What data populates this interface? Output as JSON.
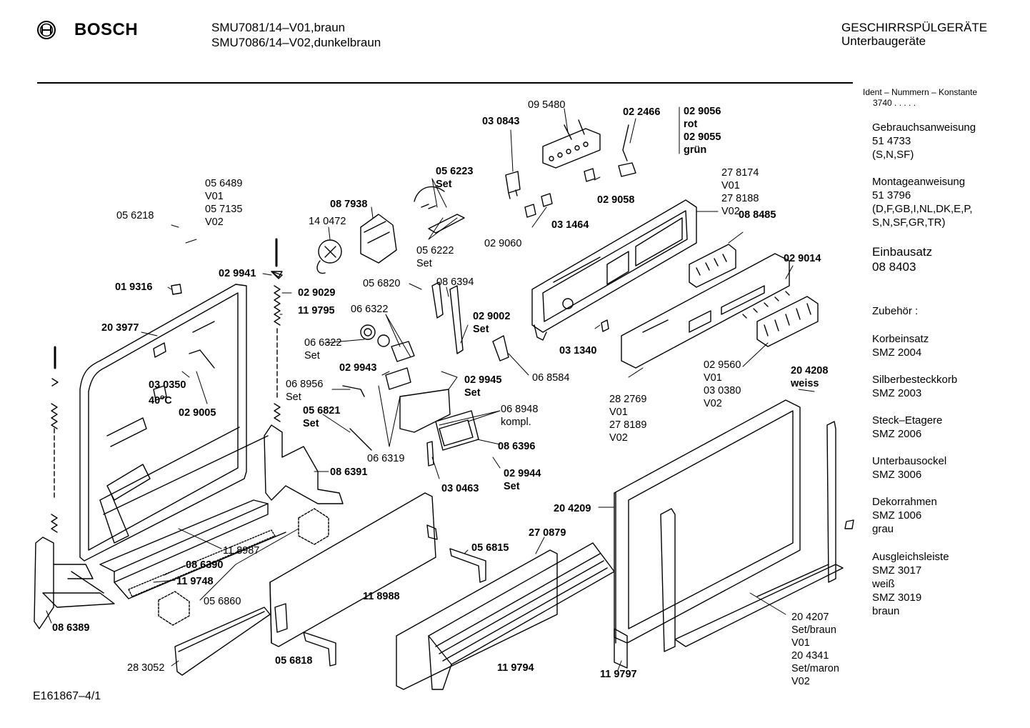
{
  "header": {
    "brand": "BOSCH",
    "models": [
      "SMU7081/14–V01,braun",
      "SMU7086/14–V02,dunkelbraun"
    ],
    "category": "GESCHIRRSPÜLGERÄTE",
    "subcategory": "Unterbaugeräte"
  },
  "sidebar": {
    "ident_title": "Ident – Nummern – Konstante",
    "ident_value": "3740  .  .  .  .  .",
    "sections": [
      {
        "lines": [
          "Gebrauchsanweisung",
          "51 4733",
          "(S,N,SF)"
        ]
      },
      {
        "lines": [
          "Montageanweisung",
          "51 3796",
          "(D,F,GB,I,NL,DK,E,P,",
          "S,N,SF,GR,TR)"
        ]
      },
      {
        "lines": [
          "Einbausatz",
          "08 8403"
        ],
        "large": true
      },
      {
        "lines": [
          "Zubehör :"
        ]
      },
      {
        "lines": [
          "Korbeinsatz",
          "SMZ 2004"
        ]
      },
      {
        "lines": [
          "Silberbesteckkorb",
          "SMZ 2003"
        ]
      },
      {
        "lines": [
          "Steck–Etagere",
          "SMZ 2006"
        ]
      },
      {
        "lines": [
          "Unterbausockel",
          "SMZ 3006"
        ]
      },
      {
        "lines": [
          "Dekorrahmen",
          "SMZ 1006",
          "grau"
        ]
      },
      {
        "lines": [
          "Ausgleichsleiste",
          "SMZ 3017",
          "weiß",
          "SMZ 3019",
          "braun"
        ]
      }
    ]
  },
  "parts": [
    {
      "id": "p01",
      "lines": [
        "09 5480"
      ],
      "bold": false
    },
    {
      "id": "p02",
      "lines": [
        "03 0843"
      ],
      "bold": true
    },
    {
      "id": "p03",
      "lines": [
        "02 2466"
      ],
      "bold": true
    },
    {
      "id": "p04",
      "lines": [
        "02 9056",
        "rot",
        "02 9055",
        "grün"
      ],
      "bold": true
    },
    {
      "id": "p05",
      "lines": [
        "05 6223",
        "Set"
      ],
      "bold": true
    },
    {
      "id": "p06",
      "lines": [
        "02 9058"
      ],
      "bold": true
    },
    {
      "id": "p07",
      "lines": [
        "27 8174",
        "V01",
        "27 8188",
        "V02"
      ],
      "bold": false
    },
    {
      "id": "p08",
      "lines": [
        "05 6489",
        "V01",
        "05 7135",
        "V02"
      ],
      "bold": false
    },
    {
      "id": "p09",
      "lines": [
        "05 6218"
      ],
      "bold": false
    },
    {
      "id": "p10",
      "lines": [
        "08 7938"
      ],
      "bold": true
    },
    {
      "id": "p11",
      "lines": [
        "14 0472"
      ],
      "bold": false
    },
    {
      "id": "p12",
      "lines": [
        "02 9060"
      ],
      "bold": false
    },
    {
      "id": "p13",
      "lines": [
        "03 1464"
      ],
      "bold": true
    },
    {
      "id": "p14",
      "lines": [
        "05 6222",
        "Set"
      ],
      "bold": false
    },
    {
      "id": "p15",
      "lines": [
        "08 8485"
      ],
      "bold": true
    },
    {
      "id": "p16",
      "lines": [
        "02 9014"
      ],
      "bold": true
    },
    {
      "id": "p17",
      "lines": [
        "02 9941"
      ],
      "bold": true
    },
    {
      "id": "p18",
      "lines": [
        "01 9316"
      ],
      "bold": true
    },
    {
      "id": "p19",
      "lines": [
        "02 9029"
      ],
      "bold": true
    },
    {
      "id": "p20",
      "lines": [
        "11 9795"
      ],
      "bold": true
    },
    {
      "id": "p21",
      "lines": [
        "05 6820"
      ],
      "bold": false
    },
    {
      "id": "p22",
      "lines": [
        "08 6394"
      ],
      "bold": false
    },
    {
      "id": "p23",
      "lines": [
        "06 6322"
      ],
      "bold": false
    },
    {
      "id": "p24",
      "lines": [
        "02 9002",
        "Set"
      ],
      "bold": true
    },
    {
      "id": "p25",
      "lines": [
        "20 3977"
      ],
      "bold": true
    },
    {
      "id": "p26",
      "lines": [
        "06 6322",
        "Set"
      ],
      "bold": false
    },
    {
      "id": "p27",
      "lines": [
        "03 1340"
      ],
      "bold": true
    },
    {
      "id": "p28",
      "lines": [
        "06 8584"
      ],
      "bold": false
    },
    {
      "id": "p29",
      "lines": [
        "02 9943"
      ],
      "bold": true
    },
    {
      "id": "p30",
      "lines": [
        "02 9945",
        "Set"
      ],
      "bold": true
    },
    {
      "id": "p31",
      "lines": [
        "03 0350",
        "40°C"
      ],
      "bold": true
    },
    {
      "id": "p32",
      "lines": [
        "06 8956",
        "Set"
      ],
      "bold": false
    },
    {
      "id": "p33",
      "lines": [
        "02 9005"
      ],
      "bold": true
    },
    {
      "id": "p34",
      "lines": [
        "02 9560",
        "V01",
        "03 0380",
        "V02"
      ],
      "bold": false
    },
    {
      "id": "p35",
      "lines": [
        "20 4208",
        "weiss"
      ],
      "bold": true
    },
    {
      "id": "p36",
      "lines": [
        "05 6821",
        "Set"
      ],
      "bold": true
    },
    {
      "id": "p37",
      "lines": [
        "06 8948",
        "kompl."
      ],
      "bold": false
    },
    {
      "id": "p38",
      "lines": [
        "28 2769",
        "V01",
        "27 8189",
        "V02"
      ],
      "bold": false
    },
    {
      "id": "p39",
      "lines": [
        "06 6319"
      ],
      "bold": false
    },
    {
      "id": "p40",
      "lines": [
        "08 6396"
      ],
      "bold": true
    },
    {
      "id": "p41",
      "lines": [
        "02 9944",
        "Set"
      ],
      "bold": true
    },
    {
      "id": "p42",
      "lines": [
        "08 6391"
      ],
      "bold": true
    },
    {
      "id": "p43",
      "lines": [
        "03 0463"
      ],
      "bold": true
    },
    {
      "id": "p44",
      "lines": [
        "20 4209"
      ],
      "bold": true
    },
    {
      "id": "p45",
      "lines": [
        "27 0879"
      ],
      "bold": true
    },
    {
      "id": "p46",
      "lines": [
        "11 8987"
      ],
      "bold": false
    },
    {
      "id": "p47",
      "lines": [
        "05 6815"
      ],
      "bold": true
    },
    {
      "id": "p48",
      "lines": [
        "08 6390"
      ],
      "bold": true
    },
    {
      "id": "p49",
      "lines": [
        "11 9748"
      ],
      "bold": true
    },
    {
      "id": "p50",
      "lines": [
        "05 6860"
      ],
      "bold": false
    },
    {
      "id": "p51",
      "lines": [
        "11 8988"
      ],
      "bold": true
    },
    {
      "id": "p52",
      "lines": [
        "08 6389"
      ],
      "bold": true
    },
    {
      "id": "p53",
      "lines": [
        "20 4207",
        "Set/braun",
        "V01",
        "20 4341",
        "Set/maron",
        "V02"
      ],
      "bold": false
    },
    {
      "id": "p54",
      "lines": [
        "28 3052"
      ],
      "bold": false
    },
    {
      "id": "p55",
      "lines": [
        "05 6818"
      ],
      "bold": true
    },
    {
      "id": "p56",
      "lines": [
        "11 9794"
      ],
      "bold": true
    },
    {
      "id": "p57",
      "lines": [
        "11 9797"
      ],
      "bold": true
    }
  ],
  "footer": {
    "code": "E161867–4/1"
  }
}
